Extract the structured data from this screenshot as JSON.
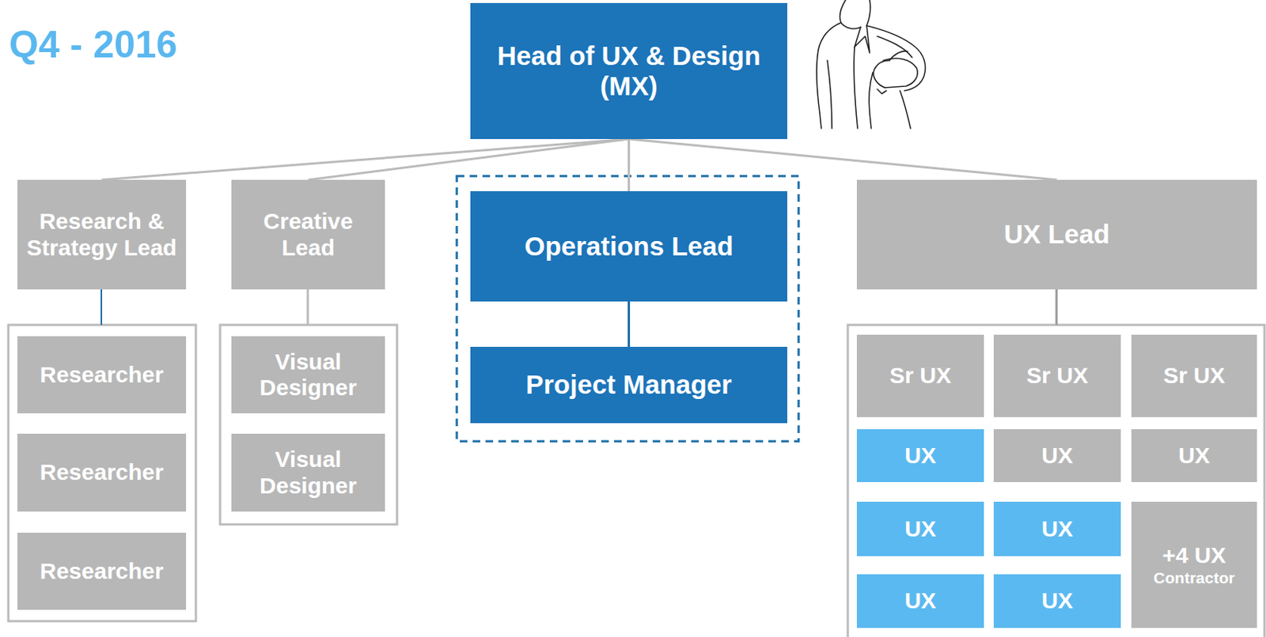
{
  "diagram": {
    "title": "Q4 - 2016",
    "nodes": [
      {
        "text": [
          "Head of UX & Design (MX)"
        ]
      },
      {
        "text": [
          "Research & Strategy Lead"
        ]
      },
      {
        "text": [
          "Creative Lead"
        ]
      },
      {
        "text": [
          "Operations Lead"
        ]
      },
      {
        "text": [
          "UX Lead"
        ]
      },
      {
        "text": [
          "Researcher"
        ]
      },
      {
        "text": [
          "Visual Designer"
        ]
      },
      {
        "text": [
          "Project Manager"
        ]
      },
      {
        "text": [
          "Sr UX"
        ]
      },
      {
        "text": [
          "Sr UX"
        ]
      },
      {
        "text": [
          "Sr UX"
        ]
      },
      {
        "text": [
          "UX"
        ]
      },
      {
        "text": [
          "UX"
        ]
      },
      {
        "text": [
          "UX"
        ]
      },
      {
        "text": [
          "Researcher"
        ]
      },
      {
        "text": [
          "Visual Designer"
        ]
      },
      {
        "text": [
          "UX"
        ]
      },
      {
        "text": [
          "UX"
        ]
      },
      {
        "text": [
          "+4 UX",
          "Contractor"
        ]
      },
      {
        "text": [
          "Researcher"
        ]
      },
      {
        "text": [
          "UX"
        ]
      },
      {
        "text": [
          "UX"
        ]
      }
    ],
    "edges": [
      {
        "from": 0,
        "to": 1,
        "arrow": "none"
      },
      {
        "from": 0,
        "to": 2,
        "arrow": "none"
      },
      {
        "from": 0,
        "to": 3,
        "arrow": "none"
      },
      {
        "from": 0,
        "to": 4,
        "arrow": "none"
      },
      {
        "from": 3,
        "to": 7,
        "arrow": "none"
      }
    ]
  }
}
